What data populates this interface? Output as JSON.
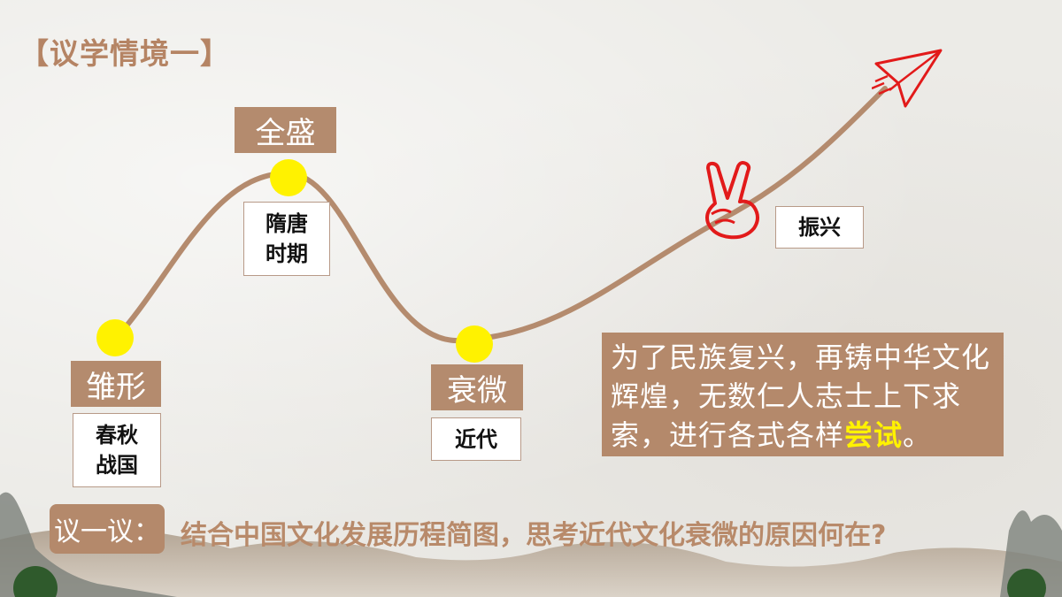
{
  "title": "【议学情境一】",
  "stages": {
    "s1": {
      "label": "雏形",
      "era_line1": "春秋",
      "era_line2": "战国"
    },
    "s2": {
      "label": "全盛",
      "era_line1": "隋唐",
      "era_line2": "时期"
    },
    "s3": {
      "label": "衰微",
      "era": "近代"
    },
    "s4": {
      "era": "振兴"
    }
  },
  "info_box": {
    "text_main": "为了民族复兴，再铸中华文化辉煌，无数仁人志士上下求索，进行各式各样",
    "highlight": "尝试",
    "text_end": "。"
  },
  "question": {
    "label": "议一议：",
    "text": "结合中国文化发展历程简图，思考近代文化衰微的原因何在?"
  },
  "colors": {
    "accent": "#b4896b",
    "highlight": "#fff200",
    "curve": "#b48b6e",
    "red": "#e21a1a"
  },
  "icons": [
    "paper-plane-icon",
    "victory-hand-icon"
  ]
}
